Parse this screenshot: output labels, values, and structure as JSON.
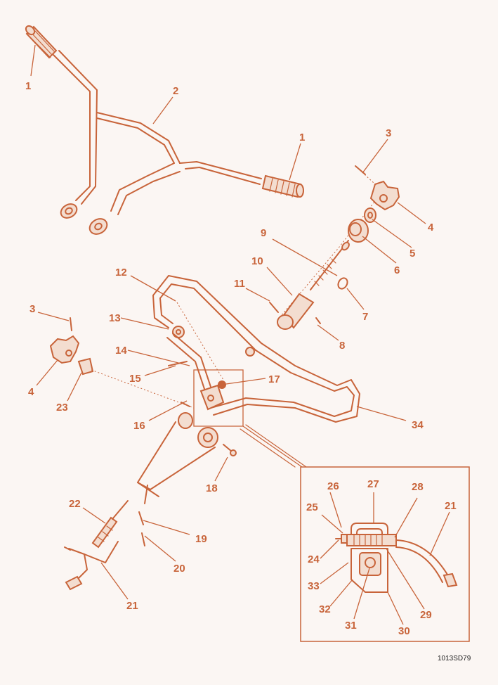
{
  "diagram": {
    "drawing_code": "1013SD79",
    "accent_color": "#c8643a",
    "callouts": {
      "c1a": "1",
      "c2": "2",
      "c1b": "1",
      "c3a": "3",
      "c4a": "4",
      "c5": "5",
      "c6": "6",
      "c9": "9",
      "c7": "7",
      "c10": "10",
      "c11": "11",
      "c8": "8",
      "c12": "12",
      "c3b": "3",
      "c13": "13",
      "c14": "14",
      "c4b": "4",
      "c15": "15",
      "c17": "17",
      "c16": "16",
      "c23": "23",
      "c34": "34",
      "c18": "18",
      "c22": "22",
      "c19": "19",
      "c20": "20",
      "c21a": "21",
      "c26": "26",
      "c27": "27",
      "c28": "28",
      "c25": "25",
      "c21b": "21",
      "c24": "24",
      "c33": "33",
      "c29": "29",
      "c32": "32",
      "c31": "31",
      "c30": "30"
    }
  }
}
